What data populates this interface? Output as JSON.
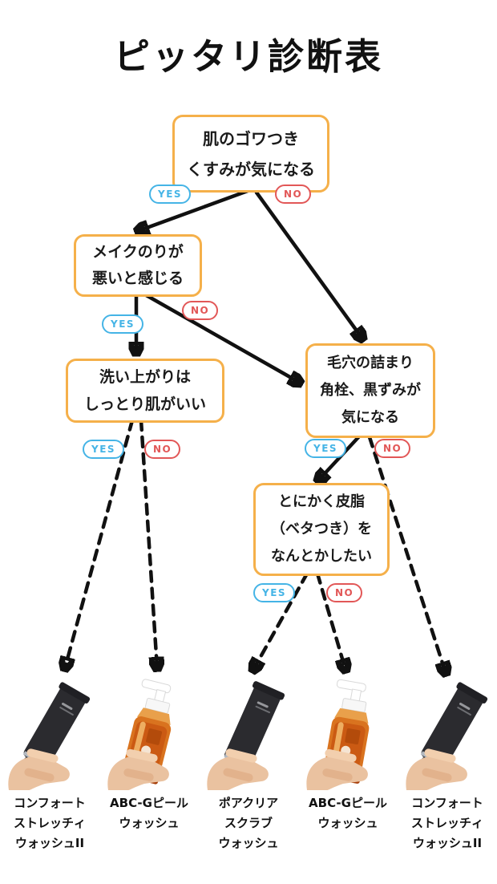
{
  "title": "ピッタリ診断表",
  "badge_labels": {
    "yes": "YES",
    "no": "NO"
  },
  "colors": {
    "background": "#ffffff",
    "box_border": "#f5b04a",
    "yes_badge": "#45b4e6",
    "no_badge": "#e25757",
    "arrow": "#111111",
    "text": "#1a1a1a"
  },
  "questions": [
    {
      "lines": [
        "肌のゴワつき",
        "くすみが気になる"
      ]
    },
    {
      "lines": [
        "メイクのりが",
        "悪いと感じる"
      ]
    },
    {
      "lines": [
        "洗い上がりは",
        "しっとり肌がいい"
      ]
    },
    {
      "lines": [
        "毛穴の詰まり",
        "角栓、黒ずみが",
        "気になる"
      ]
    },
    {
      "lines": [
        "とにかく皮脂",
        "（ベタつき）を",
        "なんとかしたい"
      ]
    }
  ],
  "products": [
    {
      "type": "black-tube",
      "name_lines": [
        "コンフォート",
        "ストレッチィ",
        "ウォッシュII"
      ]
    },
    {
      "type": "amber-pump-bottle",
      "name_lines": [
        "ABC-Gピール",
        "ウォッシュ",
        ""
      ]
    },
    {
      "type": "black-tube",
      "name_lines": [
        "ポアクリア",
        "スクラブ",
        "ウォッシュ"
      ]
    },
    {
      "type": "amber-pump-bottle",
      "name_lines": [
        "ABC-Gピール",
        "ウォッシュ",
        ""
      ]
    },
    {
      "type": "black-tube",
      "name_lines": [
        "コンフォート",
        "ストレッチィ",
        "ウォッシュII"
      ]
    }
  ]
}
